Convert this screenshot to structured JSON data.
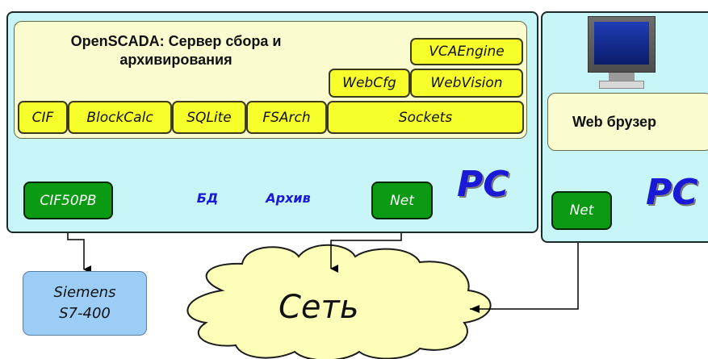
{
  "server": {
    "title_line1": "OpenSCADA: Сервер сбора и",
    "title_line2": "архивирования",
    "modules": {
      "cif": "CIF",
      "blockcalc": "BlockCalc",
      "sqlite": "SQLite",
      "fsarch": "FSArch",
      "sockets": "Sockets",
      "webcfg": "WebCfg",
      "webvision": "WebVision",
      "vcaengine": "VCAEngine"
    }
  },
  "devices": {
    "cif50pb": "CIF50PB",
    "db": "БД",
    "archive": "Архив",
    "net1": "Net",
    "net2": "Net"
  },
  "pc_label_1": "PC",
  "pc_label_2": "PC",
  "browser_label": "Web брузер",
  "siemens_line1": "Siemens",
  "siemens_line2": "S7-400",
  "network_label": "Сеть",
  "colors": {
    "pc_bg": "#c8f6f8",
    "module_bg": "#f7ff2a",
    "net_bg": "#0b9a13",
    "pc_text": "#1a1ad6",
    "siemens_bg": "#9ccdf6",
    "cloud_bg": "#fdffb8"
  }
}
